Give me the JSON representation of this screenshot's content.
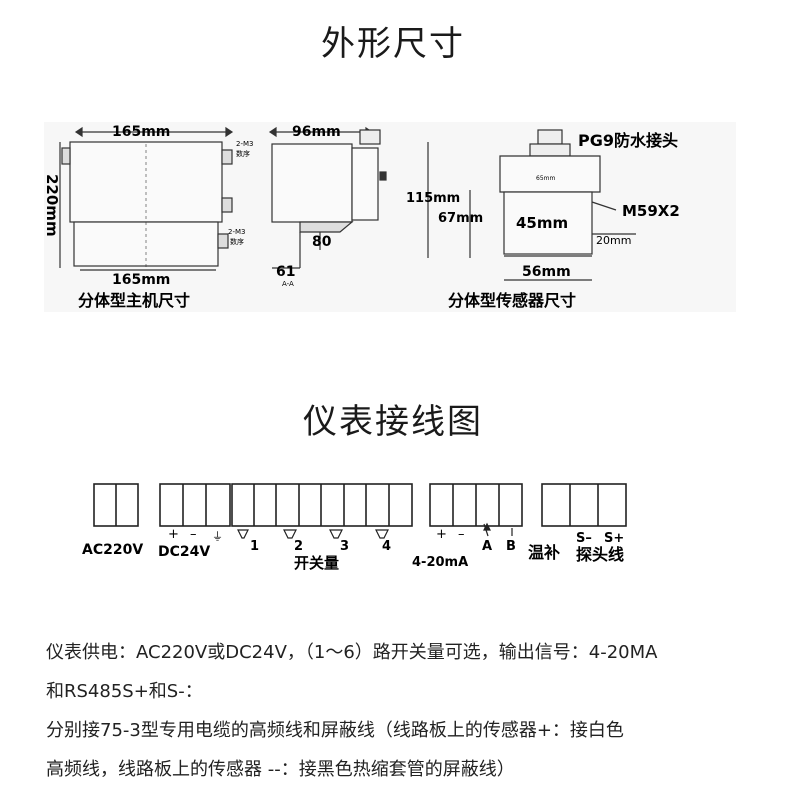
{
  "titles": {
    "dimensions": "外形尺寸",
    "wiring": "仪表接线图"
  },
  "dimension_figure": {
    "host": {
      "width_top": "165mm",
      "width_bottom": "165mm",
      "height": "220mm",
      "depth": "96mm",
      "depth_label_80": "80",
      "depth_label_61": "61",
      "small_note_1": "2-M3",
      "small_note_2": "数序",
      "small_note_3": "2-M3",
      "small_note_4": "数序",
      "section_label": "A-A",
      "caption": "分体型主机尺寸"
    },
    "sensor": {
      "connector": "PG9防水接头",
      "height_115": "115mm",
      "height_67": "67mm",
      "inner_45": "45mm",
      "thread": "M59X2",
      "depth_20": "20mm",
      "width_56": "56mm",
      "top_note": "65mm",
      "caption": "分体型传感器尺寸"
    }
  },
  "wiring_figure": {
    "ac": "AC220V",
    "dc": "DC24V",
    "dc_plus": "+",
    "dc_minus": "–",
    "dc_ground": "⏚",
    "switch_labels": [
      "1",
      "2",
      "3",
      "4"
    ],
    "switch_caption": "开关量",
    "current_plus": "+",
    "current_minus": "–",
    "current_caption": "4-20mA",
    "rs_a": "A",
    "rs_b": "B",
    "temp": "温补",
    "sensor_sm": "S–",
    "sensor_sp": "S+",
    "sensor_caption": "探头线"
  },
  "description": [
    "仪表供电：AC220V或DC24V，（1～6）路开关量可选，输出信号：4-20MA",
    "和RS485S+和S-：",
    "分别接75-3型专用电缆的高频线和屏蔽线（线路板上的传感器+：接白色",
    "高频线，线路板上的传感器 --：接黑色热缩套管的屏蔽线）"
  ]
}
